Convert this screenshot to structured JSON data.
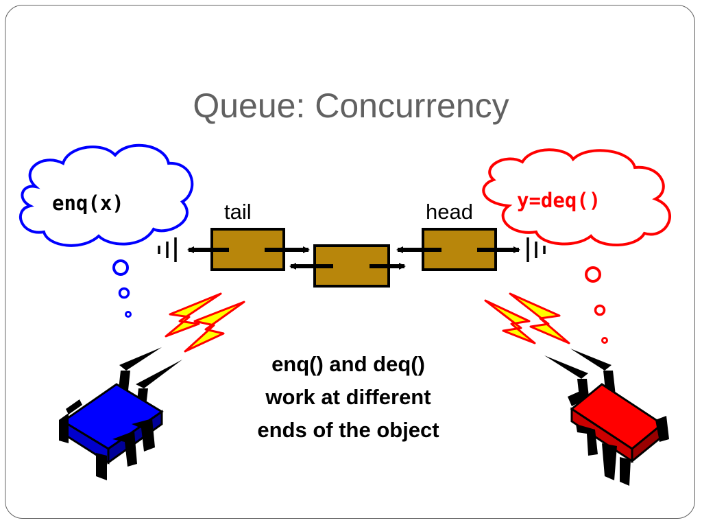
{
  "title": "Queue: Concurrency",
  "labels": {
    "tail": "tail",
    "head": "head"
  },
  "thoughts": {
    "left": "enq(x)",
    "right": "y=deq()"
  },
  "caption": [
    "enq() and deq()",
    "work at different",
    "ends of the object"
  ],
  "colors": {
    "title": "#616161",
    "node_fill": "#b8860b",
    "left_accent": "#0000ff",
    "right_accent": "#ff0000",
    "lightning": "#ffff00",
    "frame": "#5f5f5f"
  },
  "icons": [
    "thought-cloud-icon",
    "lightning-bolt-icon",
    "robot-bug-icon",
    "ground-symbol-icon",
    "arrow-icon"
  ]
}
